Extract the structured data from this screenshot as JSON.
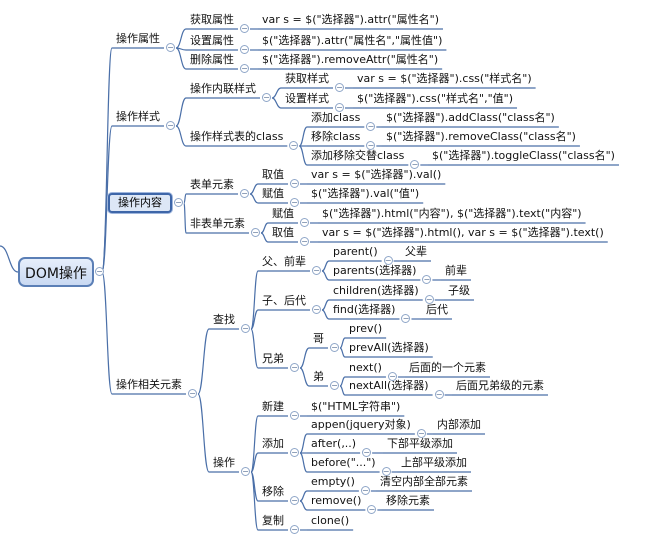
{
  "root": "DOM操作",
  "groups": {
    "attr": "操作属性",
    "style": "操作样式",
    "content": "操作内容",
    "elem": "操作相关元素"
  },
  "attr": {
    "get": "获取属性",
    "get_code": "var s = $(\"选择器\").attr(\"属性名\")",
    "set": "设置属性",
    "set_code": "$(\"选择器\").attr(\"属性名\",\"属性值\")",
    "remove": "删除属性",
    "remove_code": "$(\"选择器\").removeAttr(\"属性名\")"
  },
  "style": {
    "inline": "操作内联样式",
    "inline_get": "获取样式",
    "inline_get_code": "var s = $(\"选择器\").css(\"样式名\")",
    "inline_set": "设置样式",
    "inline_set_code": "$(\"选择器\").css(\"样式名\",\"值\")",
    "class": "操作样式表的class",
    "add": "添加class",
    "add_code": "$(\"选择器\").addClass(\"class名\")",
    "remove": "移除class",
    "remove_code": "$(\"选择器\").removeClass(\"class名\")",
    "toggle": "添加移除交替class",
    "toggle_code": "$(\"选择器\").toggleClass(\"class名\")"
  },
  "content": {
    "form": "表单元素",
    "form_get": "取值",
    "form_get_code": "var s = $(\"选择器\").val()",
    "form_set": "赋值",
    "form_set_code": "$(\"选择器\").val(\"值\")",
    "nonform": "非表单元素",
    "nonform_set": "赋值",
    "nonform_set_code": "$(\"选择器\").html(\"内容\"), $(\"选择器\").text(\"内容\")",
    "nonform_get": "取值",
    "nonform_get_code": "var s = $(\"选择器\").html(), var s = $(\"选择器\").text()"
  },
  "elem": {
    "find": "查找",
    "parent": "父、前辈",
    "parent_fn": "parent()",
    "parent_desc": "父辈",
    "parents_fn": "parents(选择器)",
    "parents_desc": "前辈",
    "child": "子、后代",
    "children_fn": "children(选择器)",
    "children_desc": "子级",
    "find_fn": "find(选择器)",
    "find_desc": "后代",
    "sibling": "兄弟",
    "elder": "哥",
    "prev_fn": "prev()",
    "prevall_fn": "prevAll(选择器)",
    "younger": "弟",
    "next_fn": "next()",
    "next_desc": "后面的一个元素",
    "nextall_fn": "nextAll(选择器)",
    "nextall_desc": "后面兄弟级的元素",
    "op": "操作",
    "create": "新建",
    "create_code": "$(\"HTML字符串\")",
    "add": "添加",
    "append_fn": "appen(jquery对象)",
    "append_desc": "内部添加",
    "after_fn": "after(,..)",
    "after_desc": "下部平级添加",
    "before_fn": "before(\"...\")",
    "before_desc": "上部平级添加",
    "remove": "移除",
    "empty_fn": "empty()",
    "empty_desc": "清空内部全部元素",
    "remove_fn": "remove()",
    "remove_desc": "移除元素",
    "copy": "复制",
    "clone_fn": "clone()"
  }
}
